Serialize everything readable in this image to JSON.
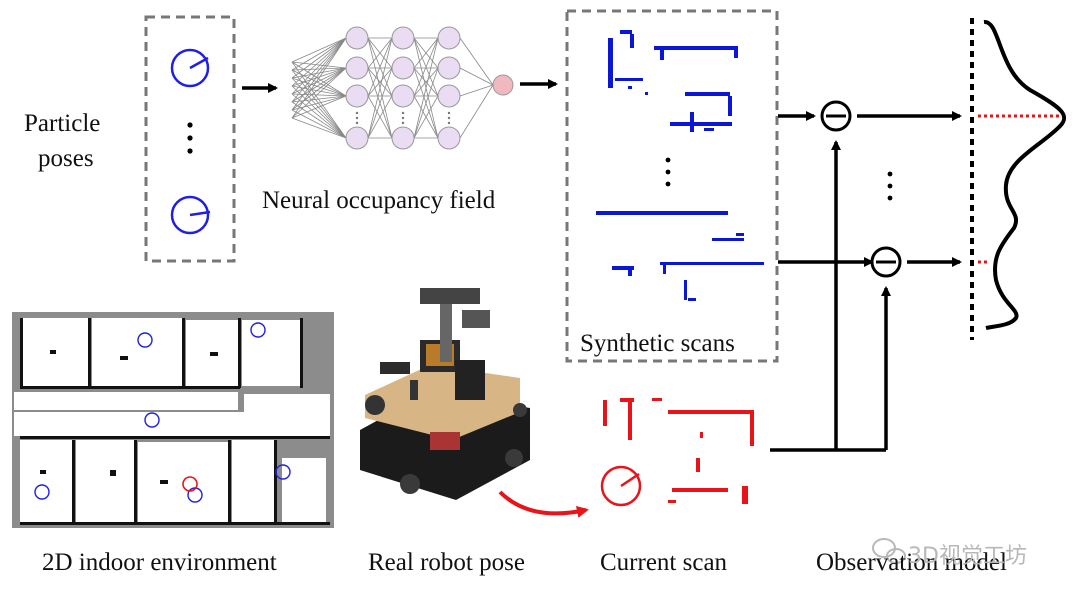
{
  "labels": {
    "particle_poses_line1": "Particle",
    "particle_poses_line2": "poses",
    "neural_occupancy_field": "Neural occupancy field",
    "synthetic_scans": "Synthetic scans",
    "env_2d": "2D indoor environment",
    "real_robot_pose": "Real robot pose",
    "current_scan": "Current scan",
    "observation_model": "Observation model"
  },
  "watermark": "3D视觉工坊",
  "colors": {
    "particle_blue": "#1f1fe6",
    "scan_blue": "#0a18d6",
    "scan_red": "#e8141a",
    "node_fill": "#eadcf2",
    "output_node": "#f2b8bf",
    "dashed_box": "#777777"
  },
  "icons": {
    "minus_circle": "minus-circle-icon",
    "vertical_ellipsis": "vertical-ellipsis-icon",
    "arrow": "arrow-right-icon",
    "wechat": "wechat-logo-icon"
  }
}
